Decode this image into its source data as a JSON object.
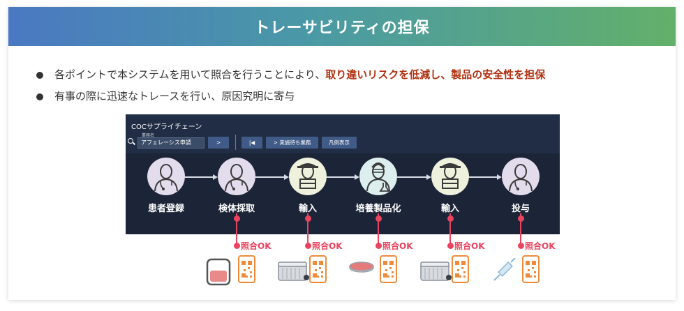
{
  "header": {
    "title": "トレーサビリティの担保"
  },
  "bullets": {
    "b1_text": "各ポイントで本システムを用いて照合を行うことにより、",
    "b1_highlight": "取り違いリスクを低減し、製品の安全性を担保",
    "b2_text": "有事の際に迅速なトレースを行い、原因究明に寄与"
  },
  "app": {
    "title": "COCサプライチェーン",
    "field_label": "業務名",
    "field_value": "アフェレーシス申請",
    "btn_next": ">",
    "btn_first": "|◀",
    "btn_pending": "> 実施待ち業務",
    "btn_legend": "凡例表示"
  },
  "steps": [
    {
      "label": "患者登録",
      "icon": "doctor-icon",
      "color": "#e3dcec"
    },
    {
      "label": "検体採取",
      "icon": "doctor-icon",
      "color": "#e3dcec"
    },
    {
      "label": "輸入",
      "icon": "courier-icon",
      "color": "#eef2dc"
    },
    {
      "label": "培養製品化",
      "icon": "scientist-icon",
      "color": "#dcefee"
    },
    {
      "label": "輸入",
      "icon": "courier-icon",
      "color": "#eef2dc"
    },
    {
      "label": "投与",
      "icon": "doctor-icon",
      "color": "#e3dcec"
    }
  ],
  "checks": [
    {
      "label": "照合OK",
      "item": "blood-bag-icon"
    },
    {
      "label": "照合OK",
      "item": "cooler-box-icon"
    },
    {
      "label": "照合OK",
      "item": "petri-dish-icon"
    },
    {
      "label": "照合OK",
      "item": "cooler-box-icon"
    },
    {
      "label": "照合OK",
      "item": "syringe-icon"
    }
  ],
  "colors": {
    "accent_red": "#e9435f",
    "highlight": "#b03010",
    "phone": "#ef8a3a",
    "app_bg": "#1c2537"
  }
}
